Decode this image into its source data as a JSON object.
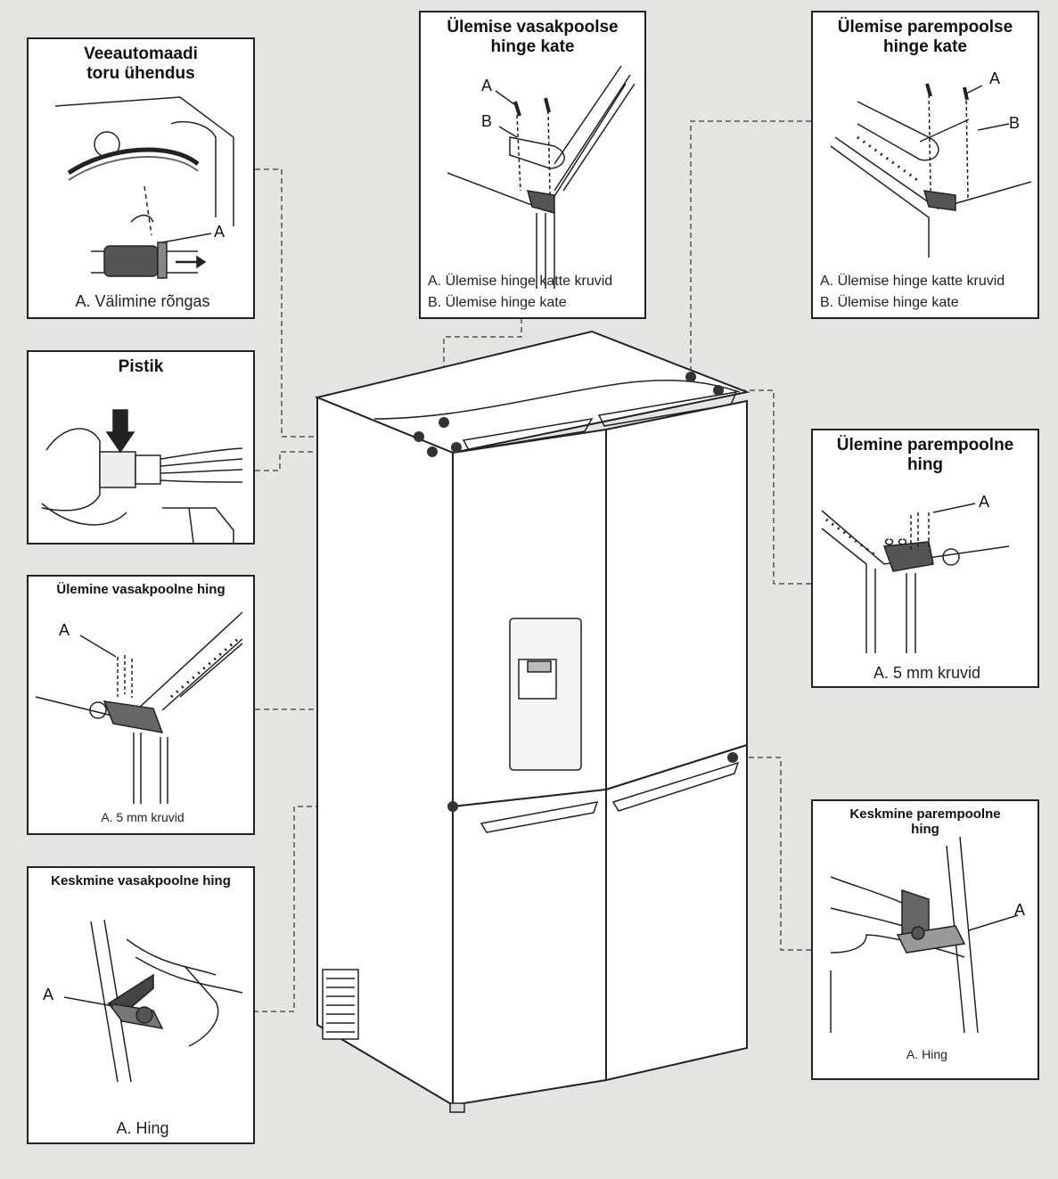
{
  "panels": {
    "water": {
      "title": "Veeautomaadi\ntoru ühendus",
      "callout_a": "A",
      "caption": "A. Välimine rõngas"
    },
    "plug": {
      "title": "Pistik"
    },
    "top_left_hinge": {
      "title": "Ülemine vasakpoolne hing",
      "callout_a": "A",
      "caption": "A. 5 mm kruvid"
    },
    "mid_left_hinge": {
      "title": "Keskmine vasakpoolne hing",
      "callout_a": "A",
      "caption": "A. Hing"
    },
    "top_left_cover": {
      "title": "Ülemise vasakpoolse\nhinge kate",
      "callout_a": "A",
      "callout_b": "B",
      "caption_a": "A. Ülemise hinge katte kruvid",
      "caption_b": "B. Ülemise hinge kate"
    },
    "top_right_cover": {
      "title": "Ülemise parempoolse\nhinge kate",
      "callout_a": "A",
      "callout_b": "B",
      "caption_a": "A. Ülemise hinge katte kruvid",
      "caption_b": "B. Ülemise hinge kate"
    },
    "top_right_hinge": {
      "title": "Ülemine parempoolne\nhing",
      "callout_a": "A",
      "caption": "A. 5 mm kruvid"
    },
    "mid_right_hinge": {
      "title": "Keskmine parempoolne\nhing",
      "callout_a": "A",
      "caption": "A. Hing"
    }
  },
  "colors": {
    "background": "#e4e4e2",
    "line": "#222222",
    "dot": "#333333"
  }
}
